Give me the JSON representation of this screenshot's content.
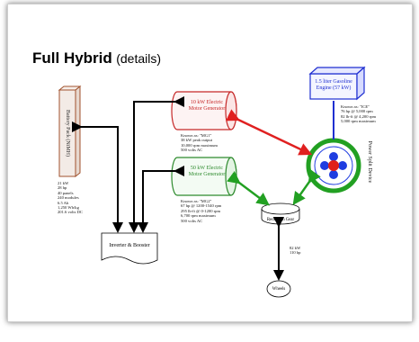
{
  "title": {
    "main": "Full Hybrid",
    "sub": "(details)"
  },
  "battery": {
    "label": "Battery Pack (NiMH)",
    "specs": [
      "21 kW",
      "28 hp",
      "40 panels",
      "240 modules",
      "6.5 Ah",
      "1,250 Wh/kg",
      "201.6 volts DC"
    ]
  },
  "mg1": {
    "label_line1": "10 kW Electric",
    "label_line2": "Motor Generator",
    "known_as": "Known as: \"MG1\"",
    "specs": [
      "38 kW peak output",
      "10,000 rpm maximum",
      "500 volts AC"
    ]
  },
  "mg2": {
    "label_line1": "50 kW Electric",
    "label_line2": "Motor Generator",
    "known_as": "Known as: \"MG2\"",
    "specs": [
      "67 hp @ 1200-1540 rpm",
      "295 lb-ft @ 0-1200 rpm",
      "6,700 rpm maximum",
      "500 volts AC"
    ]
  },
  "engine": {
    "label_line1": "1.5 liter Gasoline",
    "label_line2": "Engine (57 kW)",
    "known_as": "Known as: \"ICE\"",
    "specs": [
      "76 hp @ 5,000 rpm",
      "82 lb-ft @ 4,200 rpm",
      "5,000 rpm maximum"
    ]
  },
  "power_split": {
    "label": "Power Split Device"
  },
  "inverter": {
    "label": "Inverter & Booster"
  },
  "reduction": {
    "label": "Reduction Gear",
    "specs": [
      "82 kW",
      "110 hp"
    ]
  },
  "wheels": {
    "label": "Wheels"
  },
  "colors": {
    "mg1": "#c62828",
    "mg2": "#2e8b2e",
    "engine": "#1f2fd1",
    "battery": "#a0522d",
    "gear_blue": "#1f3de0",
    "gear_red": "#e0201a",
    "green_arrow": "#22a022",
    "red_arrow": "#e02020"
  }
}
